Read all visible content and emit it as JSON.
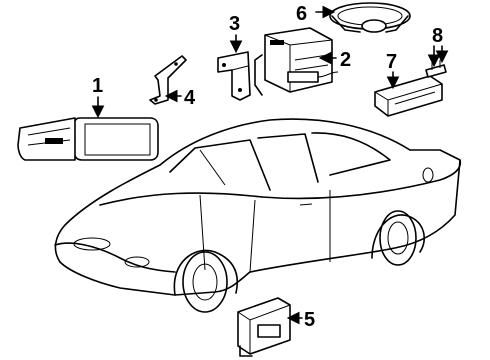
{
  "callouts": [
    {
      "id": "1",
      "part": "display-unit"
    },
    {
      "id": "2",
      "part": "radio-receiver"
    },
    {
      "id": "3",
      "part": "mounting-bracket"
    },
    {
      "id": "4",
      "part": "side-bracket"
    },
    {
      "id": "5",
      "part": "control-module"
    },
    {
      "id": "6",
      "part": "speaker"
    },
    {
      "id": "7",
      "part": "amplifier"
    },
    {
      "id": "8",
      "part": "antenna-connector"
    }
  ]
}
